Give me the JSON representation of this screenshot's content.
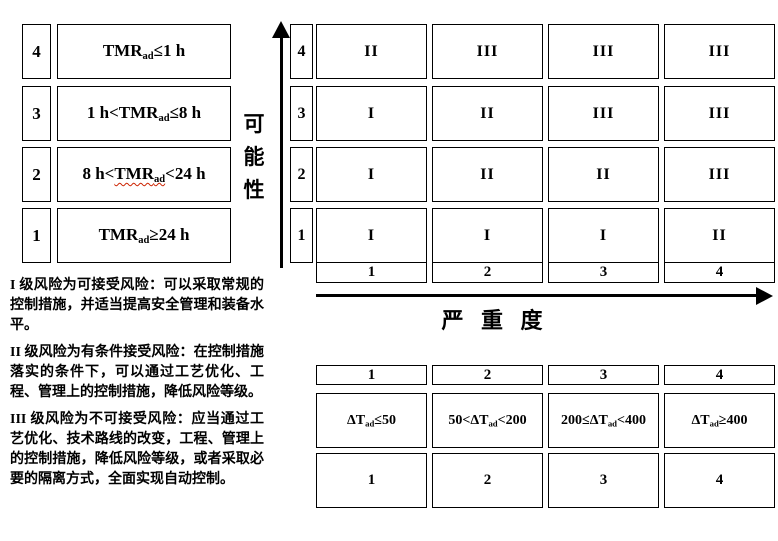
{
  "possibility_table": {
    "rows": [
      {
        "level": "4",
        "pre": "",
        "base": "TMR",
        "sub": "ad",
        "post": "≤1 h"
      },
      {
        "level": "3",
        "pre": "1 h<",
        "base": "TMR",
        "sub": "ad",
        "post": "≤8 h"
      },
      {
        "level": "2",
        "pre": "8 h<",
        "base": "TMR",
        "sub": "ad",
        "post": "<24 h"
      },
      {
        "level": "1",
        "pre": "",
        "base": "TMR",
        "sub": "ad",
        "post": "≥24 h"
      }
    ]
  },
  "axes": {
    "possibility_label": "可能性",
    "severity_label": "严 重 度"
  },
  "risk_matrix": {
    "row_levels": [
      "4",
      "3",
      "2",
      "1"
    ],
    "col_levels": [
      "1",
      "2",
      "3",
      "4"
    ],
    "cells": [
      [
        "II",
        "III",
        "III",
        "III"
      ],
      [
        "I",
        "II",
        "III",
        "III"
      ],
      [
        "I",
        "II",
        "II",
        "III"
      ],
      [
        "I",
        "I",
        "I",
        "II"
      ]
    ]
  },
  "severity_table": {
    "headers": [
      "1",
      "2",
      "3",
      "4"
    ],
    "conditions": [
      {
        "pre": "",
        "base": "ΔT",
        "sub": "ad",
        "post": "≤50"
      },
      {
        "pre": "50<",
        "base": "ΔT",
        "sub": "ad",
        "post": "<200"
      },
      {
        "pre": "200≤",
        "base": "ΔT",
        "sub": "ad",
        "post": "<400"
      },
      {
        "pre": "",
        "base": "ΔT",
        "sub": "ad",
        "post": "≥400"
      }
    ],
    "footers": [
      "1",
      "2",
      "3",
      "4"
    ]
  },
  "legend": {
    "paragraphs": [
      "I 级风险为可接受风险：可以采取常规的控制措施，并适当提高安全管理和装备水平。",
      "II 级风险为有条件接受风险：在控制措施落实的条件下，可以通过工艺优化、工程、管理上的控制措施，降低风险等级。",
      "III 级风险为不可接受风险：应当通过工艺优化、技术路线的改变，工程、管理上的控制措施，降低风险等级，或者采取必要的隔离方式，全面实现自动控制。"
    ]
  },
  "colors": {
    "ink": "#000000",
    "spellcheck_underline": "#cc2200",
    "background": "#ffffff"
  }
}
